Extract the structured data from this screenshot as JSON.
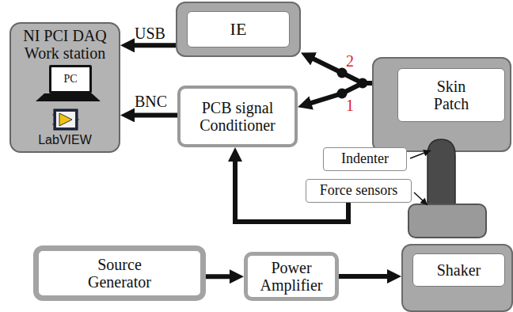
{
  "diagram": {
    "nodes": [
      {
        "text": [
          "NI PCI DAQ Work station",
          "LabVIEW"
        ]
      },
      {
        "text": [
          "PC"
        ],
        "in": 0
      },
      {
        "text": [
          "IE"
        ]
      },
      {
        "text": [
          "PCB signal Conditioner"
        ]
      },
      {
        "text": [
          "Skin Patch"
        ]
      },
      {
        "text": [
          "Indenter"
        ]
      },
      {
        "text": [
          "Force sensors"
        ]
      },
      {
        "text": [
          "Source Generator"
        ]
      },
      {
        "text": [
          "Power Amplifier"
        ]
      },
      {
        "text": [
          "Shaker"
        ]
      }
    ],
    "edges": [
      {
        "from": 2,
        "to": 0,
        "label": "USB",
        "arrow": "to"
      },
      {
        "from": 3,
        "to": 0,
        "label": "BNC",
        "arrow": "to"
      },
      {
        "from": 4,
        "to": 2,
        "arrow": "to"
      },
      {
        "from": 4,
        "to": 3,
        "arrow": "to"
      },
      {
        "from": 6,
        "to": 3,
        "arrow": "to"
      },
      {
        "from": 7,
        "to": 8,
        "arrow": "to"
      },
      {
        "from": 8,
        "to": 9,
        "arrow": "to"
      }
    ],
    "labels": [
      "2",
      "1"
    ]
  }
}
